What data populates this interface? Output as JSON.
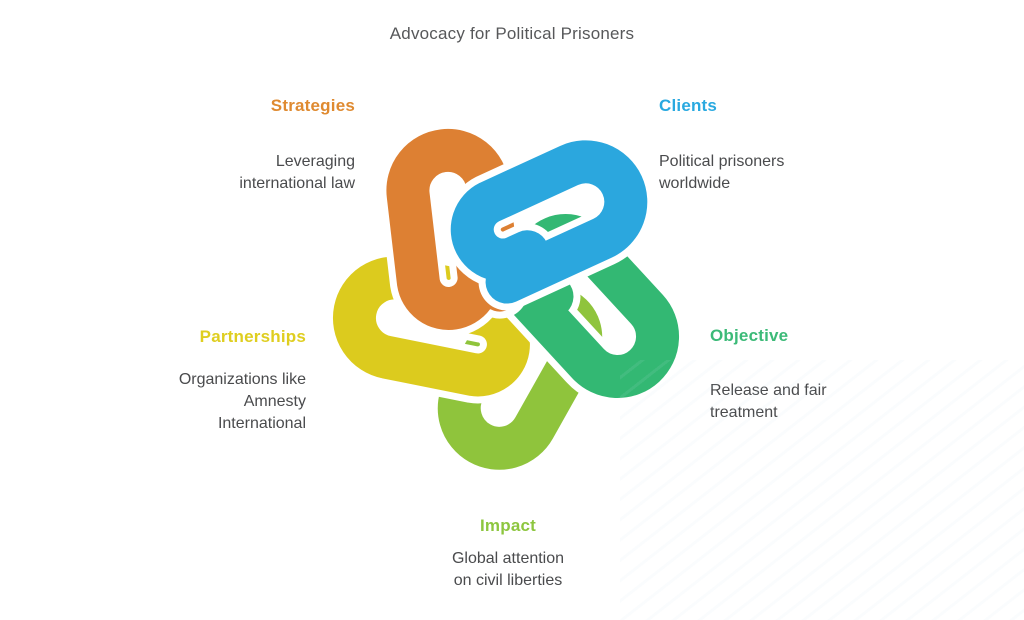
{
  "title": "Advocacy for Political Prisoners",
  "labels": {
    "strategies": {
      "heading": "Strategies",
      "body": "Leveraging\ninternational law",
      "color": "#DF8A30"
    },
    "clients": {
      "heading": "Clients",
      "body": "Political prisoners\nworldwide",
      "color": "#29A9E0"
    },
    "objective": {
      "heading": "Objective",
      "body": "Release and fair\ntreatment",
      "color": "#3CBA78"
    },
    "partnerships": {
      "heading": "Partnerships",
      "body": "Organizations like\nAmnesty\nInternational",
      "color": "#DFCE20"
    },
    "impact": {
      "heading": "Impact",
      "body": "Global attention\non civil liberties",
      "color": "#8DC63F"
    }
  },
  "knot": {
    "description": "five interlocking ribbon loops",
    "loops": [
      {
        "id": "lime",
        "color": "#8FC43C"
      },
      {
        "id": "yellow",
        "color": "#DCCB1E"
      },
      {
        "id": "green",
        "color": "#33B873"
      },
      {
        "id": "orange",
        "color": "#DD8033"
      },
      {
        "id": "blue",
        "color": "#2BA7DE"
      }
    ]
  }
}
